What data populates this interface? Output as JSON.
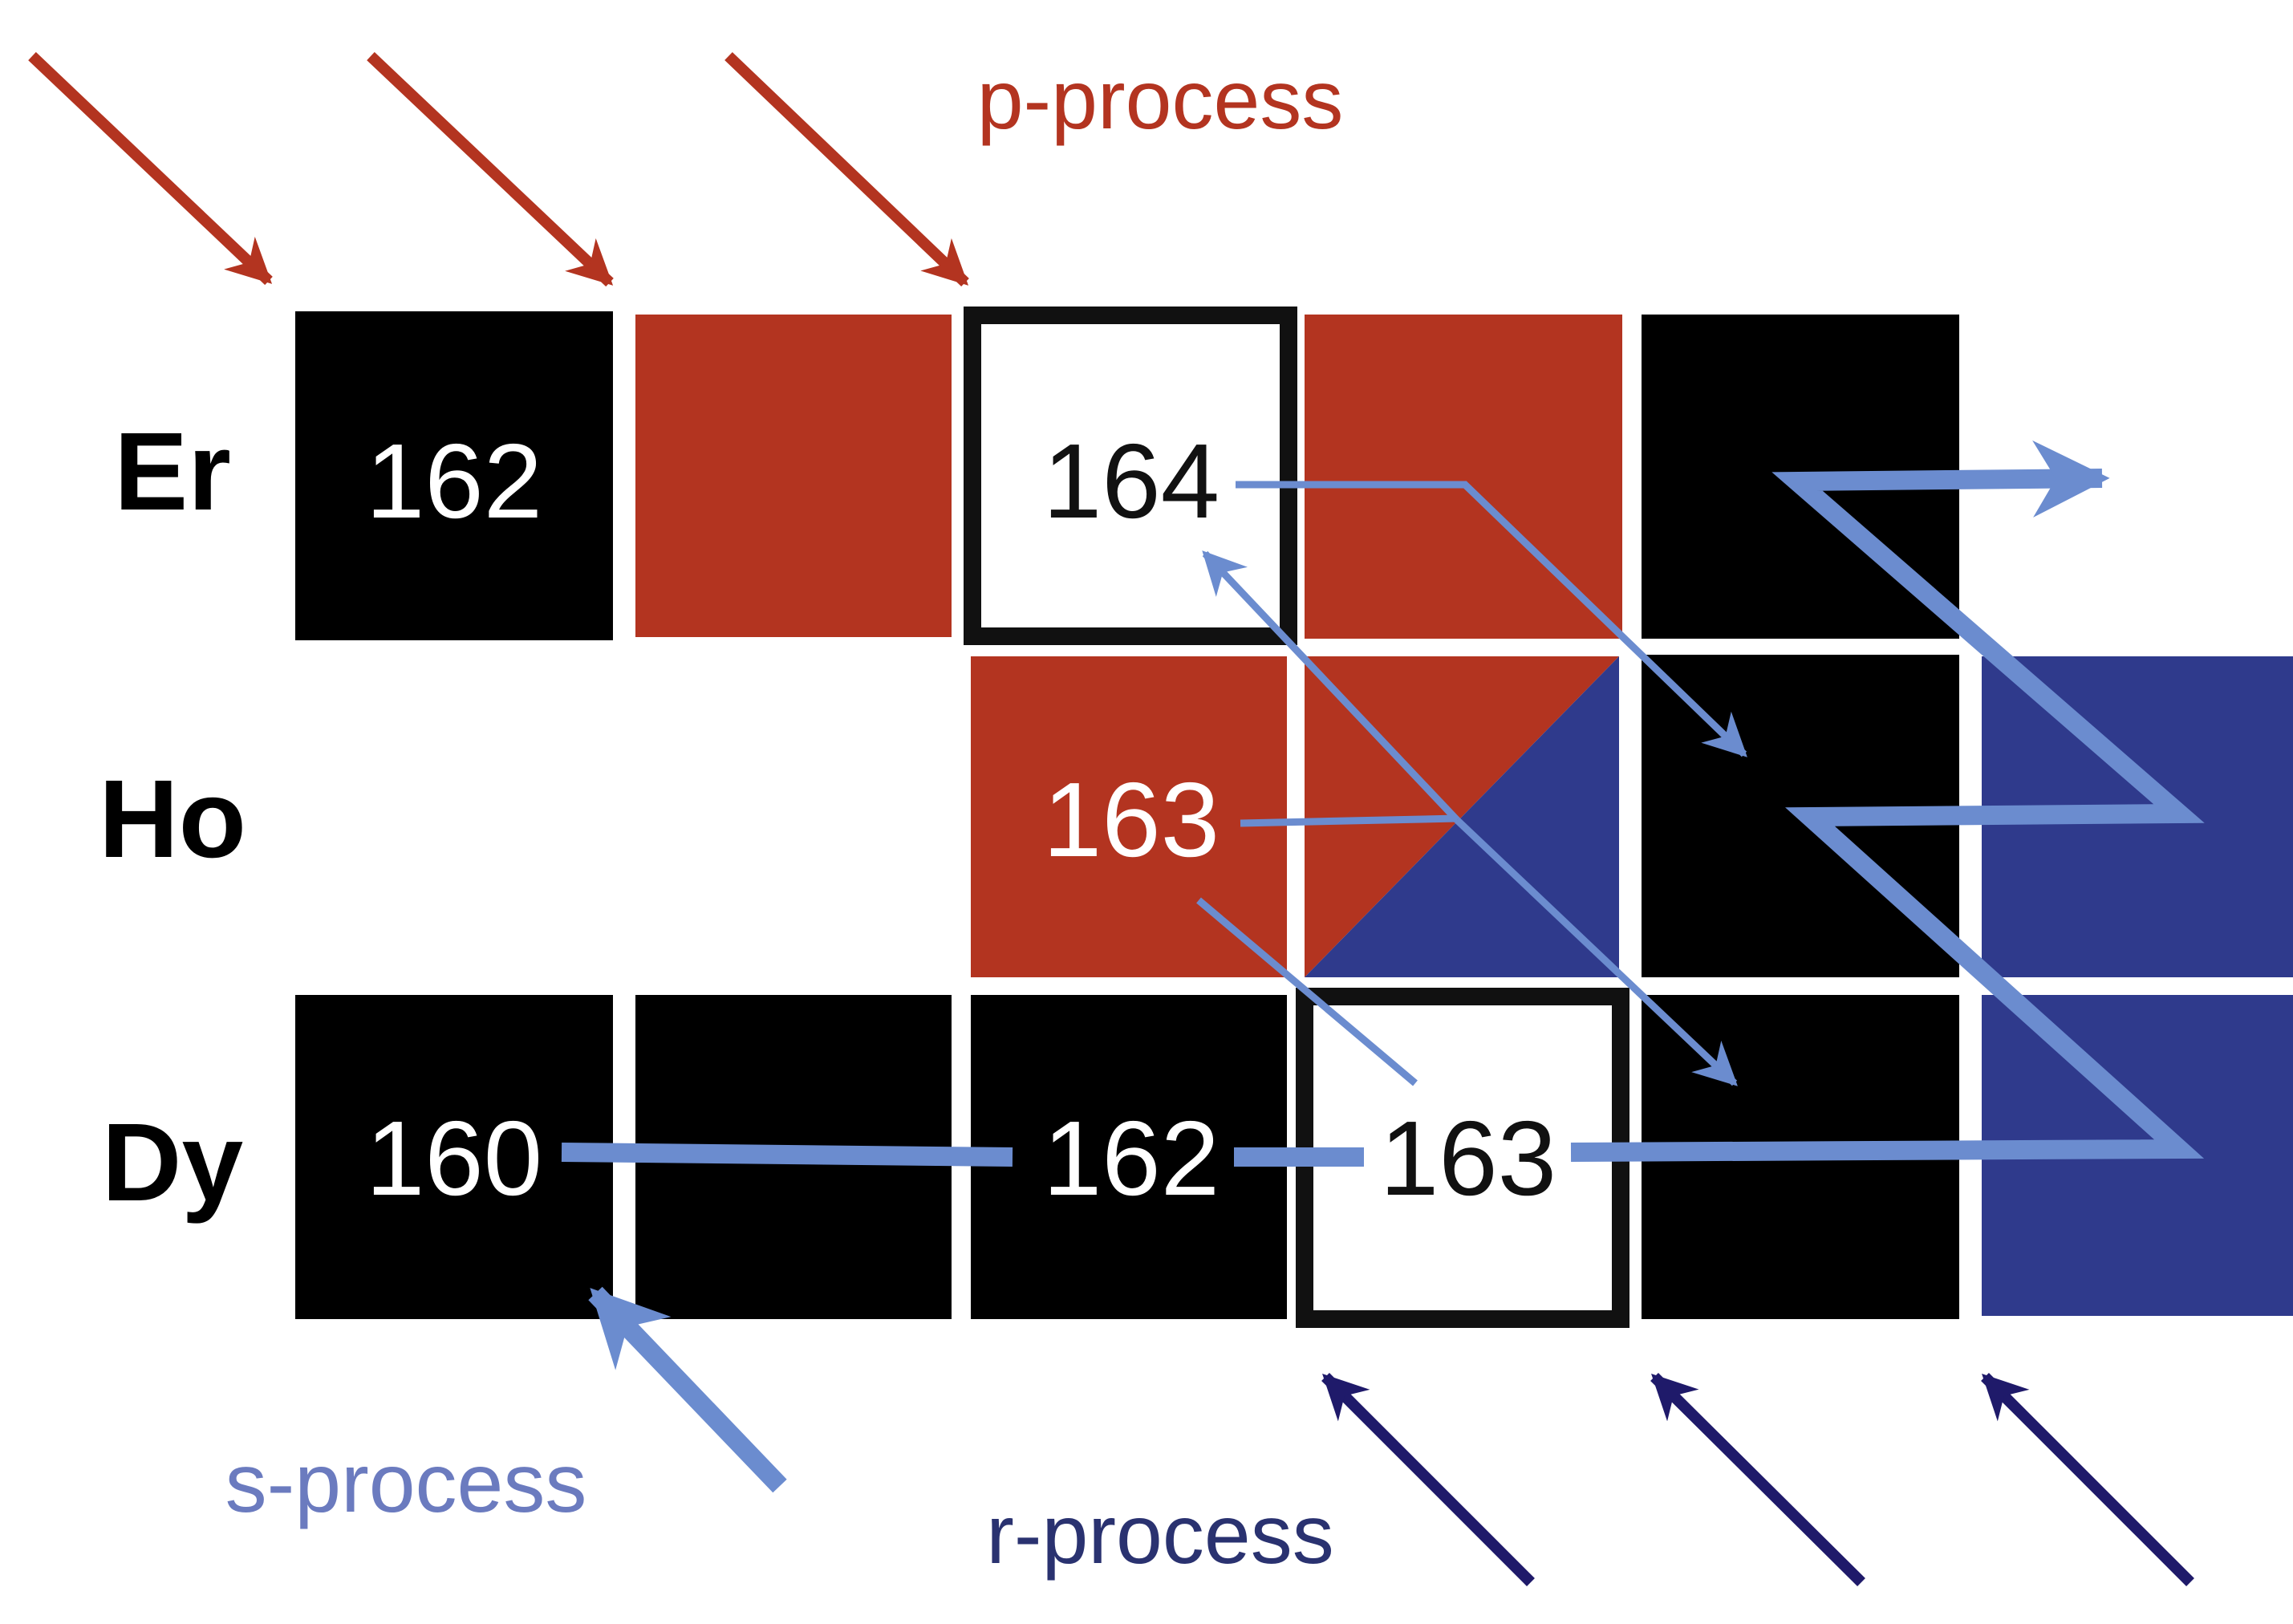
{
  "elements": {
    "er": "Er",
    "ho": "Ho",
    "dy": "Dy"
  },
  "isotopes": {
    "er_162": "162",
    "er_164": "164",
    "ho_163": "163",
    "dy_160": "160",
    "dy_162": "162",
    "dy_163": "163"
  },
  "processes": {
    "p": "p-process",
    "s": "s-process",
    "r": "r-process"
  },
  "colors": {
    "p_process": "#b33420",
    "s_process": "#6b8ccf",
    "r_process": "#2f3a8c",
    "r_arrow": "#1f1a6a",
    "stable": "#000000",
    "shielded": "#ffffff"
  }
}
